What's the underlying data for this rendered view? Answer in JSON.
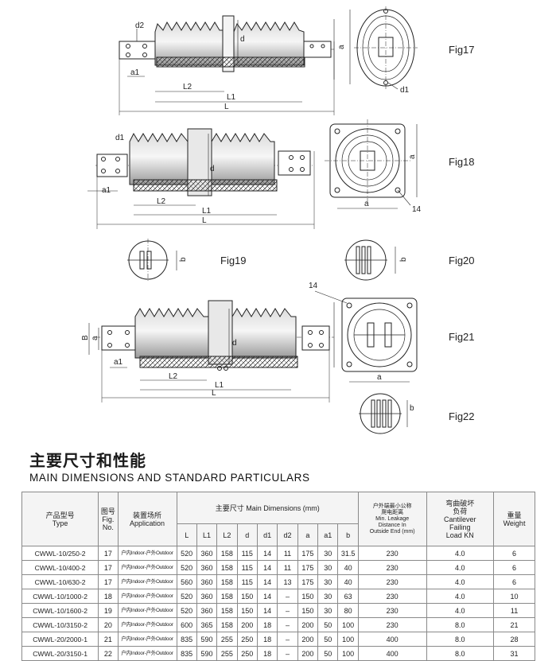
{
  "figures": {
    "fig17": "Fig17",
    "fig18": "Fig18",
    "fig19": "Fig19",
    "fig20": "Fig20",
    "fig21": "Fig21",
    "fig22": "Fig22"
  },
  "dimension_labels": {
    "d2": "d2",
    "d1": "d1",
    "d": "d",
    "a": "a",
    "a1": "a1",
    "b": "b",
    "B": "B",
    "L": "L",
    "L1": "L1",
    "L2": "L2",
    "hole14": "14"
  },
  "section": {
    "title_cn": "主要尺寸和性能",
    "title_en": "MAIN DIMENSIONS AND STANDARD PARTICULARS"
  },
  "table": {
    "headers": {
      "type_cn": "产品型号",
      "type_en": "Type",
      "fig_cn": "图号",
      "fig_en1": "Fig.",
      "fig_en2": "No.",
      "app_cn": "装置场所",
      "app_en": "Application",
      "main_dims": "主要尺寸 Main Dimensions (mm)",
      "leak_cn1": "户外端最小公称",
      "leak_cn2": "爬电距离",
      "leak_en1": "Min. Leakage",
      "leak_en2": "Distance In",
      "leak_en3": "Outside End (mm)",
      "cant_cn1": "弯曲破坏",
      "cant_cn2": "负荷",
      "cant_en1": "Cantilever",
      "cant_en2": "Failing",
      "cant_en3": "Load KN",
      "weight_cn": "重量",
      "weight_en": "Weight"
    },
    "sub_headers": [
      "L",
      "L1",
      "L2",
      "d",
      "d1",
      "d2",
      "a",
      "a1",
      "b"
    ],
    "rows": [
      {
        "type": "CWWL-10/250-2",
        "fig": "17",
        "app": "户内Indoor-户外Outdoor",
        "L": "520",
        "L1": "360",
        "L2": "158",
        "d": "115",
        "d1": "14",
        "d2": "11",
        "a": "175",
        "a1": "30",
        "b": "31.5",
        "leak": "230",
        "load": "4.0",
        "weight": "6"
      },
      {
        "type": "CWWL-10/400-2",
        "fig": "17",
        "app": "户内Indoor-户外Outdoor",
        "L": "520",
        "L1": "360",
        "L2": "158",
        "d": "115",
        "d1": "14",
        "d2": "11",
        "a": "175",
        "a1": "30",
        "b": "40",
        "leak": "230",
        "load": "4.0",
        "weight": "6"
      },
      {
        "type": "CWWL-10/630-2",
        "fig": "17",
        "app": "户内Indoor-户外Outdoor",
        "L": "560",
        "L1": "360",
        "L2": "158",
        "d": "115",
        "d1": "14",
        "d2": "13",
        "a": "175",
        "a1": "30",
        "b": "40",
        "leak": "230",
        "load": "4.0",
        "weight": "6"
      },
      {
        "type": "CWWL-10/1000-2",
        "fig": "18",
        "app": "户内Indoor-户外Outdoor",
        "L": "520",
        "L1": "360",
        "L2": "158",
        "d": "150",
        "d1": "14",
        "d2": "–",
        "a": "150",
        "a1": "30",
        "b": "63",
        "leak": "230",
        "load": "4.0",
        "weight": "10"
      },
      {
        "type": "CWWL-10/1600-2",
        "fig": "19",
        "app": "户内Indoor-户外Outdoor",
        "L": "520",
        "L1": "360",
        "L2": "158",
        "d": "150",
        "d1": "14",
        "d2": "–",
        "a": "150",
        "a1": "30",
        "b": "80",
        "leak": "230",
        "load": "4.0",
        "weight": "11"
      },
      {
        "type": "CWWL-10/3150-2",
        "fig": "20",
        "app": "户内Indoor-户外Outdoor",
        "L": "600",
        "L1": "365",
        "L2": "158",
        "d": "200",
        "d1": "18",
        "d2": "–",
        "a": "200",
        "a1": "50",
        "b": "100",
        "leak": "230",
        "load": "8.0",
        "weight": "21"
      },
      {
        "type": "CWWL-20/2000-1",
        "fig": "21",
        "app": "户内Indoor-户外Outdoor",
        "L": "835",
        "L1": "590",
        "L2": "255",
        "d": "250",
        "d1": "18",
        "d2": "–",
        "a": "200",
        "a1": "50",
        "b": "100",
        "leak": "400",
        "load": "8.0",
        "weight": "28"
      },
      {
        "type": "CWWL-20/3150-1",
        "fig": "22",
        "app": "户内Indoor-户外Outdoor",
        "L": "835",
        "L1": "590",
        "L2": "255",
        "d": "250",
        "d1": "18",
        "d2": "–",
        "a": "200",
        "a1": "50",
        "b": "100",
        "leak": "400",
        "load": "8.0",
        "weight": "31"
      }
    ]
  }
}
